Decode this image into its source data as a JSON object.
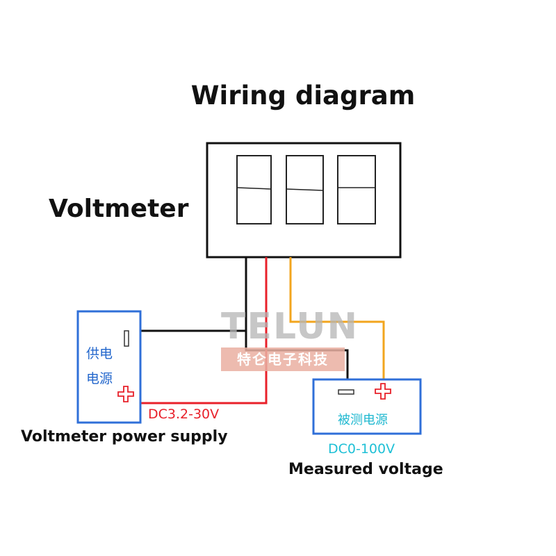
{
  "title": "Wiring diagram",
  "voltmeter_label": "Voltmeter",
  "power_supply": {
    "chinese_label_line1": "供电",
    "chinese_label_line2": "电源",
    "label": "Voltmeter power supply",
    "range": "DC3.2-30V"
  },
  "measured": {
    "chinese_label": "被测电源",
    "label": "Measured voltage",
    "range": "DC0-100V"
  },
  "watermark": {
    "brand": "TELUN",
    "sub": "特仑电子科技"
  },
  "colors": {
    "wire_black": "#111111",
    "wire_red": "#e8202a",
    "wire_orange": "#f2a51e",
    "box_blue": "#2f6fd8",
    "plus_red": "#e8202a"
  }
}
